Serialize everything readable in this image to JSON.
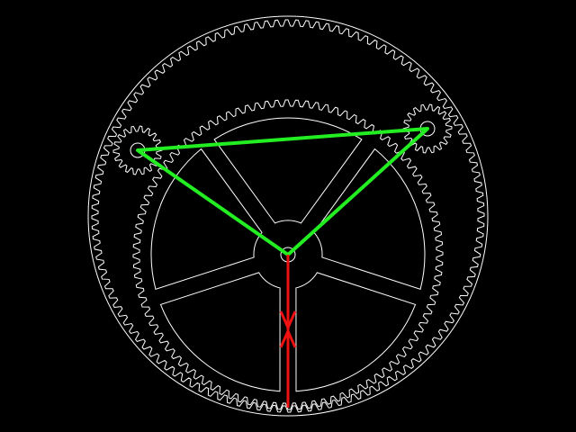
{
  "diagram": {
    "background": "#000000",
    "line_color": "#ffffff",
    "triangle_color": "#22ee22",
    "indicator_color": "#ee1111"
  },
  "parts": {
    "outer_gear_teeth": 120,
    "middle_gear_teeth": 96,
    "planet_gear_teeth": 18,
    "spokes": 5
  }
}
